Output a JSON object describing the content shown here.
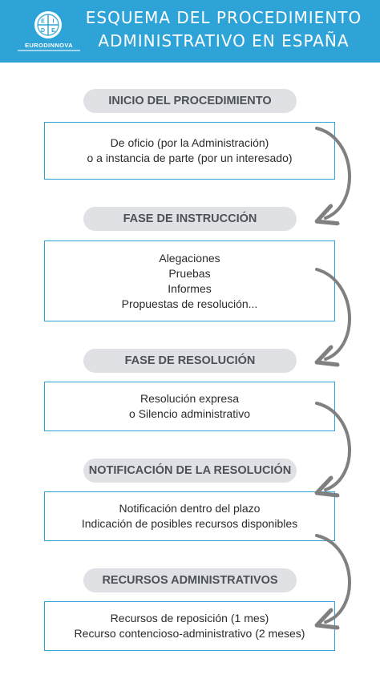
{
  "header": {
    "brand": "EURODINNOVA",
    "title_line1": "ESQUEMA DEL PROCEDIMIENTO",
    "title_line2": "ADMINISTRATIVO EN ESPAÑA"
  },
  "colors": {
    "header_bg": "#2ea3d8",
    "box_border": "#2ea3d8",
    "pill_bg": "#dfe1e4",
    "pill_text": "#4c5157",
    "arrow": "#808080"
  },
  "steps": [
    {
      "label": "INICIO DEL PROCEDIMIENTO",
      "lines": [
        "De oficio (por la Administración)",
        "o a instancia de parte (por un interesado)"
      ]
    },
    {
      "label": "FASE DE INSTRUCCIÓN",
      "lines": [
        "Alegaciones",
        "Pruebas",
        "Informes",
        "Propuestas de resolución..."
      ]
    },
    {
      "label": "FASE DE RESOLUCIÓN",
      "lines": [
        "Resolución expresa",
        "o Silencio administrativo"
      ]
    },
    {
      "label": "NOTIFICACIÓN DE LA RESOLUCIÓN",
      "lines": [
        "Notificación dentro del plazo",
        "Indicación de posibles recursos disponibles"
      ]
    },
    {
      "label": "RECURSOS ADMINISTRATIVOS",
      "lines": [
        "Recursos de reposición (1 mes)",
        "Recurso contencioso-administrativo (2 meses)"
      ]
    }
  ]
}
